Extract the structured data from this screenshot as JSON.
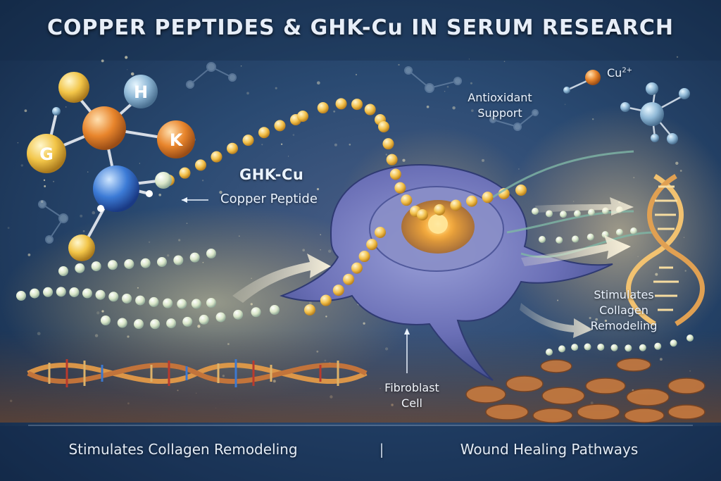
{
  "title": "COPPER PEPTIDES & GHK-Cu IN SERUM RESEARCH",
  "molecule": {
    "atoms": [
      "G",
      "H",
      "K"
    ]
  },
  "labels": {
    "ghk_title": "GHK-Cu",
    "ghk_subtitle": "Copper Peptide",
    "antioxidant": "Antioxidant Support",
    "cu_ion": "Cu",
    "cu_charge": "2+",
    "fibroblast": "Fibroblast Cell",
    "collagen_right": "Stimulates Collagen Remodeling"
  },
  "footer": {
    "left": "Stimulates Collagen Remodeling",
    "separator": "|",
    "right": "Wound Healing Pathways"
  },
  "colors": {
    "background": "#16304f",
    "peptide_chain": "#f5c24a",
    "copper": "#e8852c",
    "cell": "#6f6fb8",
    "dna": "#d98a3a",
    "accent_blue": "#3c7bd6"
  }
}
